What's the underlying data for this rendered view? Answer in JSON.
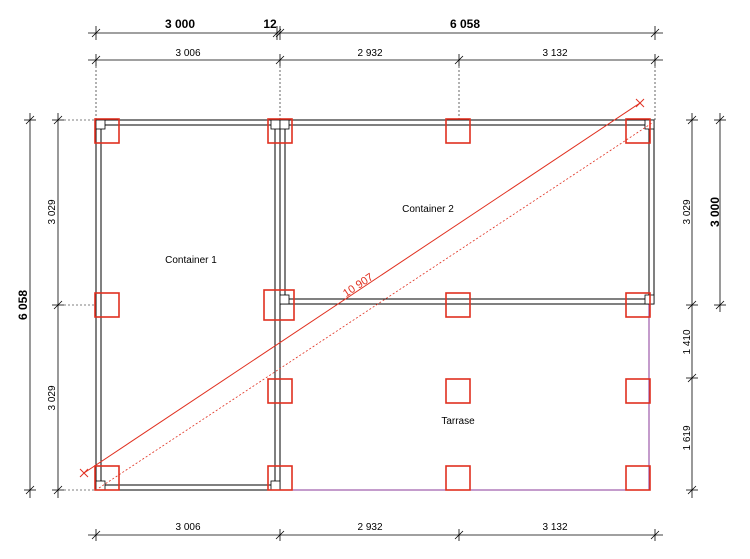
{
  "dimensions": {
    "top_overall": [
      "3 000",
      "12",
      "6 058"
    ],
    "top_detail": [
      "3 006",
      "2 932",
      "3 132"
    ],
    "bottom_detail": [
      "3 006",
      "2 932",
      "3 132"
    ],
    "left_overall": "6 058",
    "left_detail": [
      "3 029",
      "3 029"
    ],
    "right_detail": [
      "3 029",
      "1 410",
      "1 619"
    ],
    "right_overall": "3 000"
  },
  "rooms": {
    "container1": "Container 1",
    "container2": "Container 2",
    "terrace": "Tarrase"
  },
  "diagonal": {
    "label": "10 907"
  },
  "colors": {
    "pad": "#e03020",
    "terrace_outline": "#8a3a9a",
    "lines": "#000000"
  }
}
